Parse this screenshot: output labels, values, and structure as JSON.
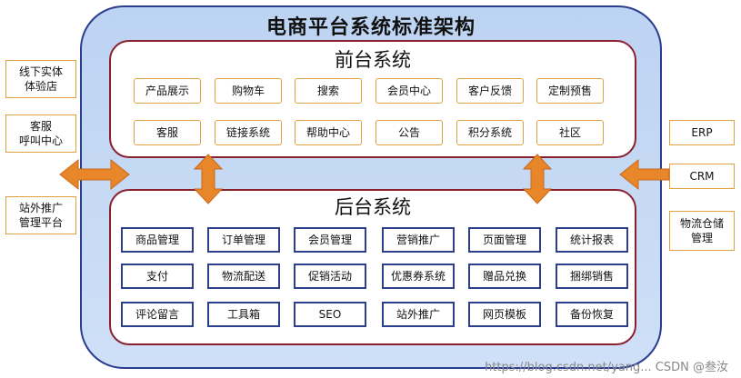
{
  "title": "电商平台系统标准架构",
  "front": {
    "title": "前台系统",
    "items": [
      "产品展示",
      "购物车",
      "搜索",
      "会员中心",
      "客户反馈",
      "定制预售",
      "客服",
      "链接系统",
      "帮助中心",
      "公告",
      "积分系统",
      "社区"
    ]
  },
  "back": {
    "title": "后台系统",
    "items": [
      "商品管理",
      "订单管理",
      "会员管理",
      "营销推广",
      "页面管理",
      "统计报表",
      "支付",
      "物流配送",
      "促销活动",
      "优惠券系统",
      "赠品兑换",
      "捆绑销售",
      "评论留言",
      "工具箱",
      "SEO",
      "站外推广",
      "网页模板",
      "备份恢复"
    ]
  },
  "left": [
    "线下实体\n体验店",
    "客服\n呼叫中心",
    "站外推广\n管理平台"
  ],
  "right": [
    "ERP",
    "CRM",
    "物流仓储\n管理"
  ],
  "watermark": "https://blog.csdn.net/yang... CSDN @叁汝",
  "colors": {
    "outer_border": "#2a3c8f",
    "outer_fill": "#c5d9f5",
    "panel_border": "#8a1f2e",
    "front_item_border": "#e0a040",
    "back_item_border": "#2b3f8c",
    "arrow": "#e8862a"
  }
}
